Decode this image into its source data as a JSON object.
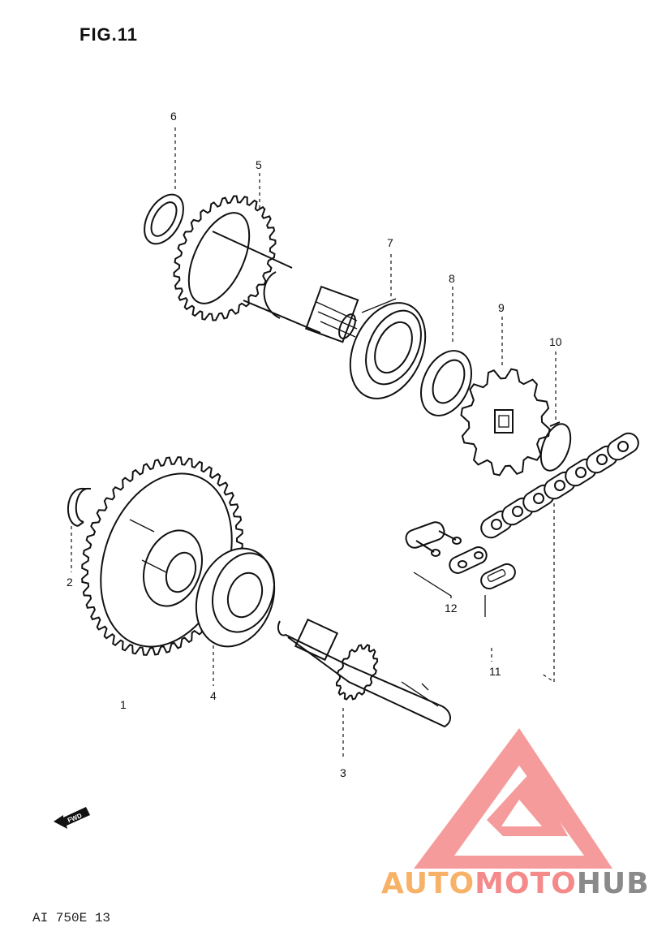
{
  "figure": {
    "title": "FIG.11",
    "footer": "AI 750E 13"
  },
  "callouts": {
    "c1": "1",
    "c2": "2",
    "c3": "3",
    "c4": "4",
    "c5": "5",
    "c6": "6",
    "c7": "7",
    "c8": "8",
    "c9": "9",
    "c10": "10",
    "c11": "11",
    "c12": "12"
  },
  "fwd_label": "FWD",
  "watermark": {
    "auto": "AUTO",
    "moto": "MOTO",
    "hub": "HUB",
    "colors": {
      "auto": "#f7b267",
      "moto": "#f48a8a",
      "hub": "#8a8a8a",
      "logo": "#f48a8a"
    }
  }
}
